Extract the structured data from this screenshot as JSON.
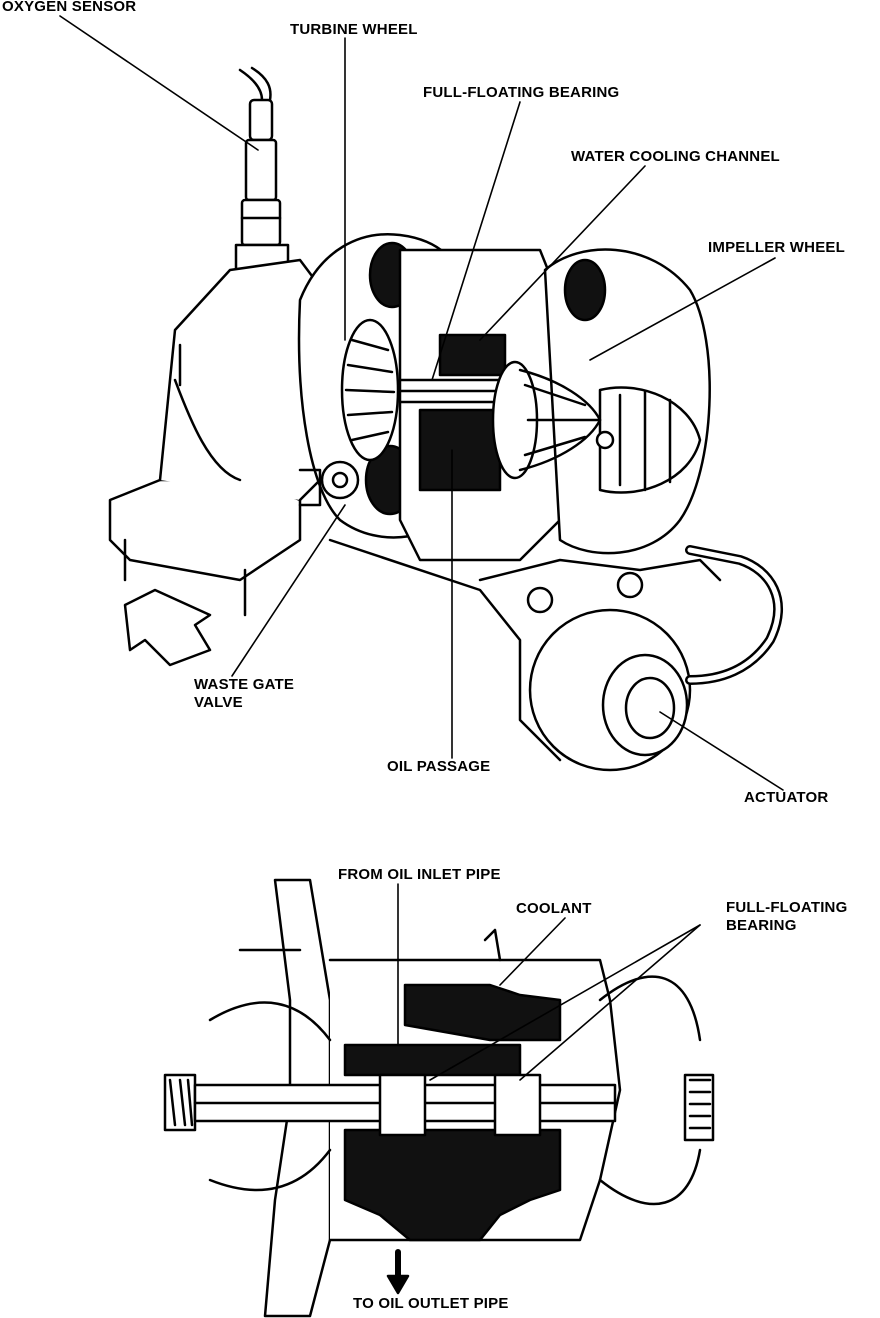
{
  "top_figure": {
    "labels": {
      "oxygen_sensor": "OXYGEN SENSOR",
      "turbine_wheel": "TURBINE WHEEL",
      "full_floating_bearing": "FULL-FLOATING BEARING",
      "water_cooling_channel": "WATER COOLING CHANNEL",
      "impeller_wheel": "IMPELLER WHEEL",
      "waste_gate_line1": "WASTE GATE",
      "waste_gate_line2": "VALVE",
      "oil_passage": "OIL PASSAGE",
      "actuator": "ACTUATOR"
    }
  },
  "bottom_figure": {
    "labels": {
      "from_oil_inlet": "FROM OIL INLET PIPE",
      "coolant": "COOLANT",
      "bearing_line1": "FULL-FLOATING",
      "bearing_line2": "BEARING",
      "to_oil_outlet": "TO OIL OUTLET PIPE"
    }
  },
  "colors": {
    "ink": "#000000",
    "paper": "#ffffff",
    "shade": "#1a1a1a"
  }
}
